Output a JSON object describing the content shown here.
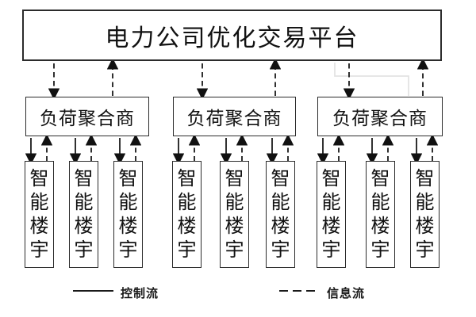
{
  "diagram": {
    "platform": {
      "label": "电力公司优化交易平台"
    },
    "aggregators": [
      {
        "label": "负荷聚合商"
      },
      {
        "label": "负荷聚合商"
      },
      {
        "label": "负荷聚合商"
      }
    ],
    "buildings": [
      {
        "label": "智能楼宇"
      },
      {
        "label": "智能楼宇"
      },
      {
        "label": "智能楼宇"
      },
      {
        "label": "智能楼宇"
      },
      {
        "label": "智能楼宇"
      },
      {
        "label": "智能楼宇"
      },
      {
        "label": "智能楼宇"
      },
      {
        "label": "智能楼宇"
      },
      {
        "label": "智能楼宇"
      }
    ],
    "legend": {
      "control_label": "控制流",
      "control_style": "solid",
      "info_label": "信息流",
      "info_style": "dashed"
    },
    "colors": {
      "line": "#1a1a1a",
      "box_border": "#2b2b2b",
      "background": "#ffffff",
      "ghost_line": "#e3e3e3"
    }
  }
}
